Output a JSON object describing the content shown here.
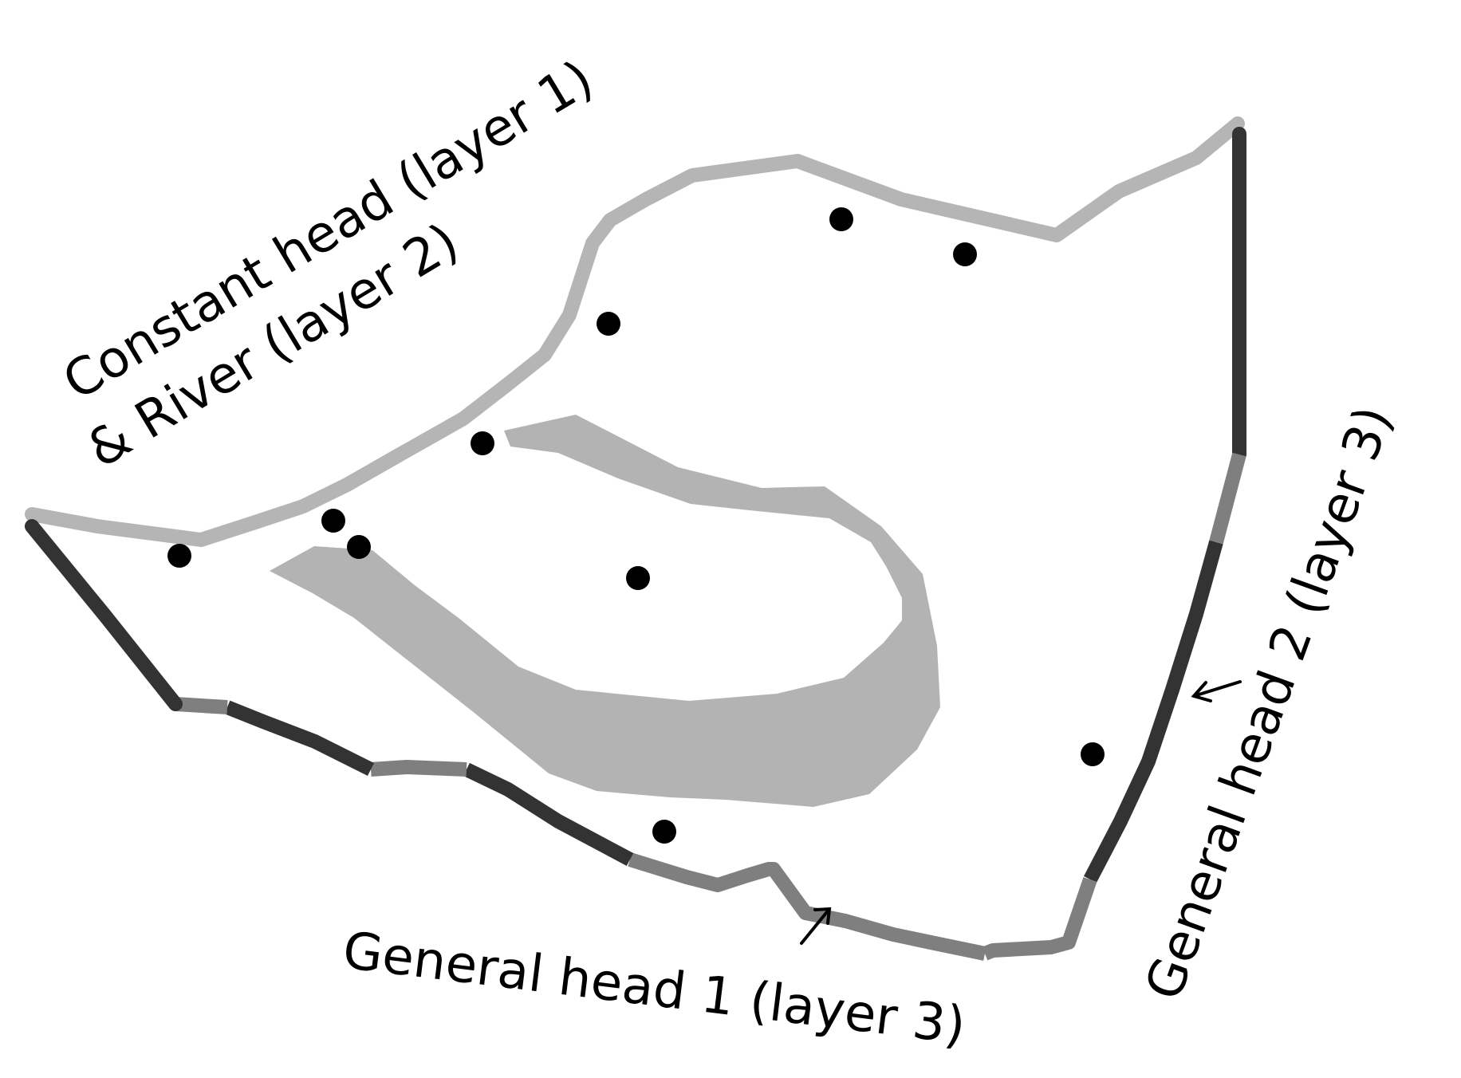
{
  "labels": {
    "constant_head_line1": "Constant head (layer 1)",
    "constant_head_line2": "& River (layer 2)",
    "general_head_1": "General head 1 (layer 3)",
    "general_head_2": "General head 2 (layer 3)"
  },
  "colors": {
    "background": "#ffffff",
    "constant_head_boundary": "#b5b5b5",
    "river_fill": "#b3b3b3",
    "general_head_dark": "#333333",
    "general_head_mid": "#7f7f7f",
    "wells": "#000000",
    "text": "#000000"
  }
}
